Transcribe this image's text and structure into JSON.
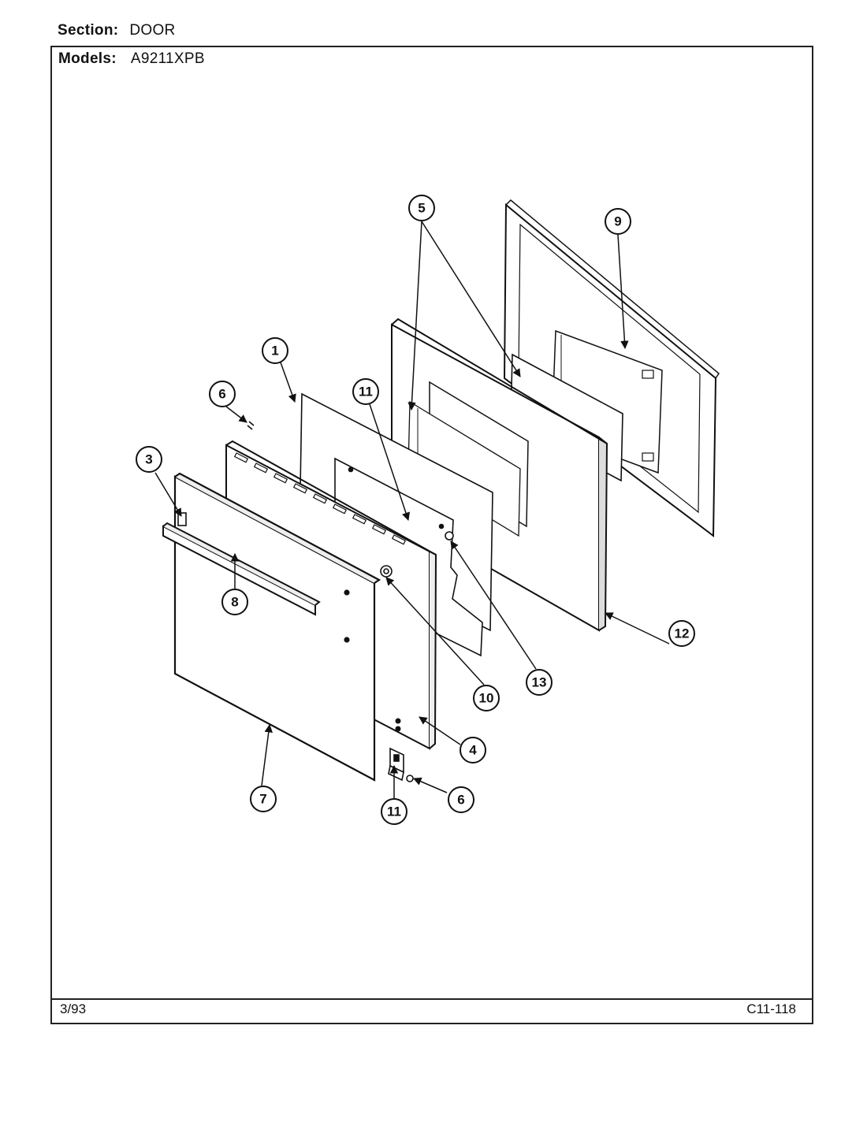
{
  "header": {
    "section_label": "Section:",
    "section_value": "DOOR",
    "models_label": "Models:",
    "models_value": "A9211XPB"
  },
  "footer": {
    "date": "3/93",
    "code": "C11-118"
  },
  "callouts": [
    {
      "id": "c1",
      "label": "1"
    },
    {
      "id": "c3",
      "label": "3"
    },
    {
      "id": "c4",
      "label": "4"
    },
    {
      "id": "c5",
      "label": "5"
    },
    {
      "id": "c6a",
      "label": "6"
    },
    {
      "id": "c6b",
      "label": "6"
    },
    {
      "id": "c7",
      "label": "7"
    },
    {
      "id": "c8",
      "label": "8"
    },
    {
      "id": "c9",
      "label": "9"
    },
    {
      "id": "c10",
      "label": "10"
    },
    {
      "id": "c11a",
      "label": "11"
    },
    {
      "id": "c11b",
      "label": "11"
    },
    {
      "id": "c12",
      "label": "12"
    },
    {
      "id": "c13",
      "label": "13"
    }
  ]
}
